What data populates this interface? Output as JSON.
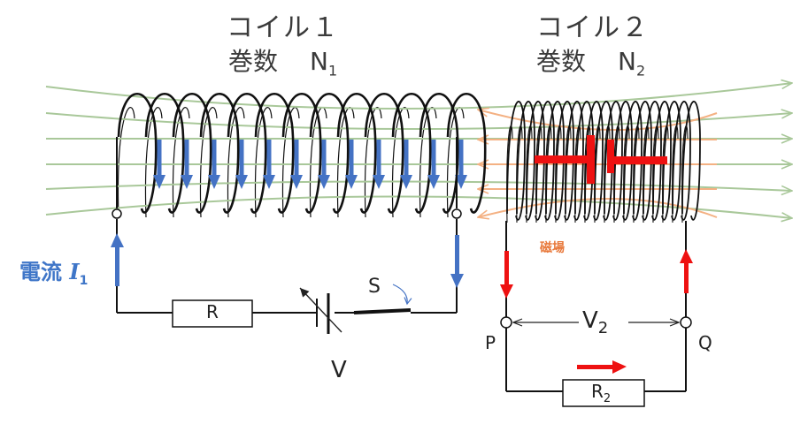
{
  "coil1": {
    "title": "コイル１",
    "turns_label": "巻数",
    "turns_symbol": "N",
    "turns_sub": "1"
  },
  "coil2": {
    "title": "コイル２",
    "turns_label": "巻数",
    "turns_symbol": "N",
    "turns_sub": "2"
  },
  "current_label": {
    "text": "電流",
    "symbol": "I",
    "sub": "1"
  },
  "magnetic_field_label": "磁場",
  "components": {
    "resistor1": "R",
    "switch": "S",
    "voltage_source": "V",
    "resistor2_symbol": "R",
    "resistor2_sub": "2",
    "voltage2_symbol": "V",
    "voltage2_sub": "2",
    "terminal_p": "P",
    "terminal_q": "Q"
  },
  "colors": {
    "current_arrow": "#4472c4",
    "field_lines": "#a9c89a",
    "induced_field": "#f4b183",
    "induced_current": "#ee1111",
    "wire": "#111111"
  }
}
